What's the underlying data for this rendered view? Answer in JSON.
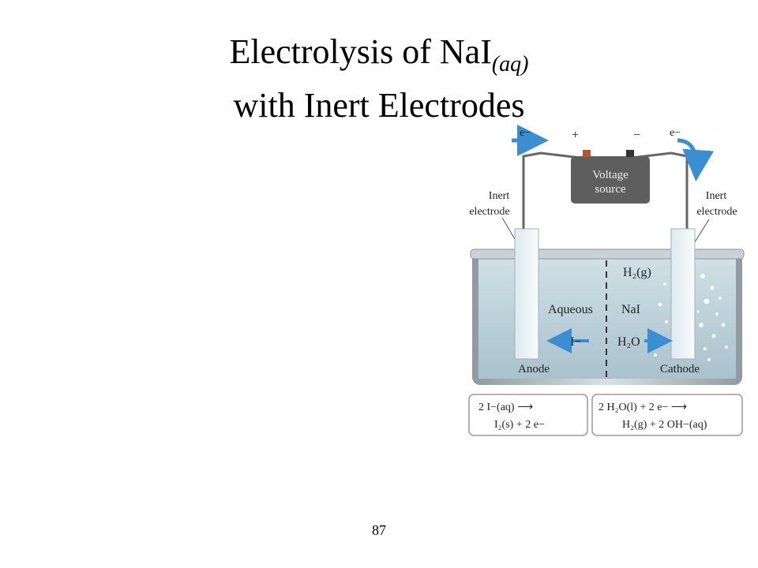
{
  "slide": {
    "title_line1_main": "Electrolysis of NaI",
    "title_line1_sub": "(aq)",
    "title_line2": "with Inert Electrodes",
    "page_number": "87"
  },
  "diagram": {
    "electron_left": "e−",
    "electron_right": "e−",
    "plus_sign": "+",
    "minus_sign": "−",
    "voltage_line1": "Voltage",
    "voltage_line2": "source",
    "inert_left_line1": "Inert",
    "inert_left_line2": "electrode",
    "inert_right_line1": "Inert",
    "inert_right_line2": "electrode",
    "h2_gas": "H₂(g)",
    "aqueous": "Aqueous",
    "nai": "NaI",
    "iodide": "I−",
    "water": "H₂O",
    "anode": "Anode",
    "cathode": "Cathode",
    "anode_eq_line1": "2 I−(aq) ⟶",
    "anode_eq_line2": "I₂(s) + 2 e−",
    "cathode_eq_line1": "2 H₂O(l) + 2 e− ⟶",
    "cathode_eq_line2": "H₂(g) + 2 OH−(aq)",
    "colors": {
      "arrow_blue": "#3b8fd0",
      "solution": "#b9cfd8",
      "box_border": "#9a9a9a"
    }
  }
}
